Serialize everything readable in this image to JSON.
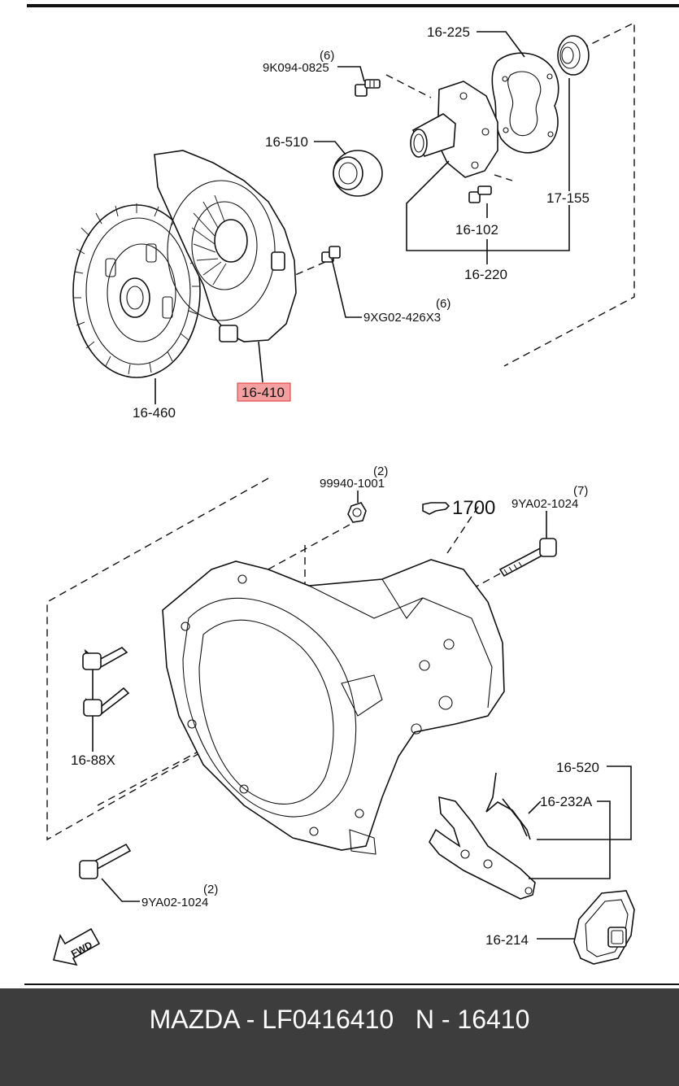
{
  "labels": {
    "p16_225": "16-225",
    "p9k094_qty": "(6)",
    "p9k094": "9K094-0825",
    "p16_510": "16-510",
    "p17_155": "17-155",
    "p16_102": "16-102",
    "p16_220": "16-220",
    "p9xg02_qty": "(6)",
    "p9xg02": "9XG02-426X3",
    "p16_410": "16-410",
    "p16_460": "16-460",
    "p99940_qty": "(2)",
    "p99940": "99940-1001",
    "ref_1700": "1700",
    "p9ya02_top_qty": "(7)",
    "p9ya02_top": "9YA02-1024",
    "p16_88x": "16-88X",
    "p16_520": "16-520",
    "p16_232a": "16-232A",
    "p9ya02_bot_qty": "(2)",
    "p9ya02_bot": "9YA02-1024",
    "p16_214": "16-214",
    "fwd": "FWD"
  },
  "highlight_color": "#f4a0a0",
  "footer": {
    "text": "MAZDA - LF0416410   N - 16410"
  }
}
